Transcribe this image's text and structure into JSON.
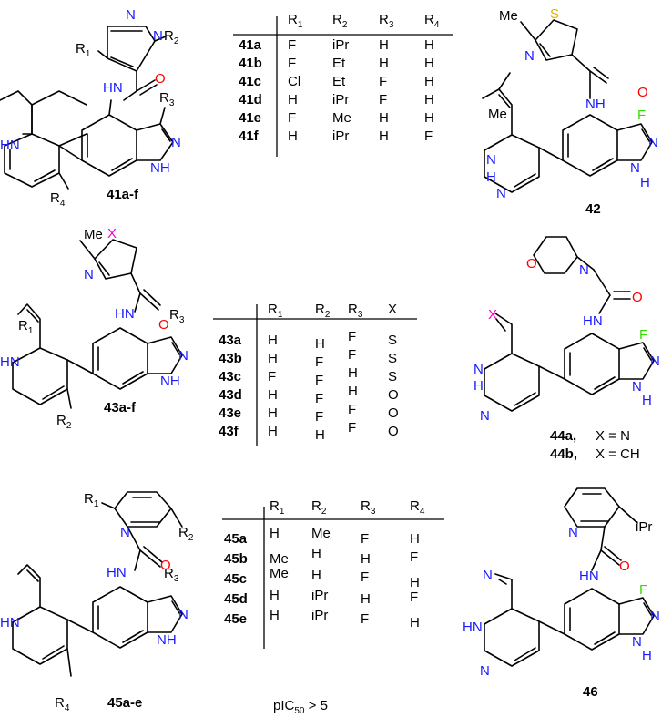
{
  "colors": {
    "nitrogen": "#1a1aff",
    "oxygen": "#ff0000",
    "fluorine": "#33dd00",
    "sulfur": "#e0b000",
    "variable_x": "#ff00cc",
    "carbon": "#000000"
  },
  "atoms": {
    "N": "N",
    "NH": "NH",
    "HN": "HN",
    "H": "H",
    "O": "O",
    "F": "F",
    "S": "S",
    "X": "X",
    "Me": "Me",
    "iPr": "iPr"
  },
  "rgroups": {
    "R1": "R1",
    "R2": "R2",
    "R3": "R3",
    "R4": "R4"
  },
  "compounds": {
    "c41": {
      "label": "41a-f"
    },
    "c42": {
      "label": "42"
    },
    "c43": {
      "label": "43a-f"
    },
    "c44": {
      "label_a": "44a,",
      "label_b": "44b,",
      "eq_a": "X = N",
      "eq_b": "X = CH"
    },
    "c45": {
      "label": "45a-e"
    },
    "c46": {
      "label": "46"
    }
  },
  "tables": {
    "t41": {
      "headers": [
        "R1",
        "R2",
        "R3",
        "R4"
      ],
      "rows": [
        {
          "id": "41a",
          "cells": [
            "F",
            "iPr",
            "H",
            "H"
          ]
        },
        {
          "id": "41b",
          "cells": [
            "F",
            "Et",
            "H",
            "H"
          ]
        },
        {
          "id": "41c",
          "cells": [
            "Cl",
            "Et",
            "F",
            "H"
          ]
        },
        {
          "id": "41d",
          "cells": [
            "H",
            "iPr",
            "F",
            "H"
          ]
        },
        {
          "id": "41e",
          "cells": [
            "F",
            "Me",
            "H",
            "H"
          ]
        },
        {
          "id": "41f",
          "cells": [
            "H",
            "iPr",
            "H",
            "F"
          ]
        }
      ]
    },
    "t43": {
      "headers": [
        "R1",
        "R2",
        "R3",
        "X"
      ],
      "rows": [
        {
          "id": "43a",
          "cells": [
            "H",
            "H",
            "F",
            "S"
          ]
        },
        {
          "id": "43b",
          "cells": [
            "H",
            "F",
            "F",
            "S"
          ]
        },
        {
          "id": "43c",
          "cells": [
            "F",
            "F",
            "H",
            "S"
          ]
        },
        {
          "id": "43d",
          "cells": [
            "H",
            "F",
            "H",
            "O"
          ]
        },
        {
          "id": "43e",
          "cells": [
            "H",
            "F",
            "F",
            "O"
          ]
        },
        {
          "id": "43f",
          "cells": [
            "H",
            "H",
            "F",
            "O"
          ]
        }
      ]
    },
    "t45": {
      "headers": [
        "R1",
        "R2",
        "R3",
        "R4"
      ],
      "rows": [
        {
          "id": "45a",
          "cells": [
            "H",
            "Me",
            "F",
            "H"
          ]
        },
        {
          "id": "45b",
          "cells": [
            "Me",
            "H",
            "H",
            "F"
          ]
        },
        {
          "id": "45c",
          "cells": [
            "Me",
            "H",
            "F",
            "H"
          ]
        },
        {
          "id": "45d",
          "cells": [
            "H",
            "iPr",
            "H",
            "F"
          ]
        },
        {
          "id": "45e",
          "cells": [
            "H",
            "iPr",
            "F",
            "H"
          ]
        }
      ]
    }
  },
  "footnote": {
    "prefix": "pIC",
    "subscript": "50",
    "suffix": " > 5"
  }
}
